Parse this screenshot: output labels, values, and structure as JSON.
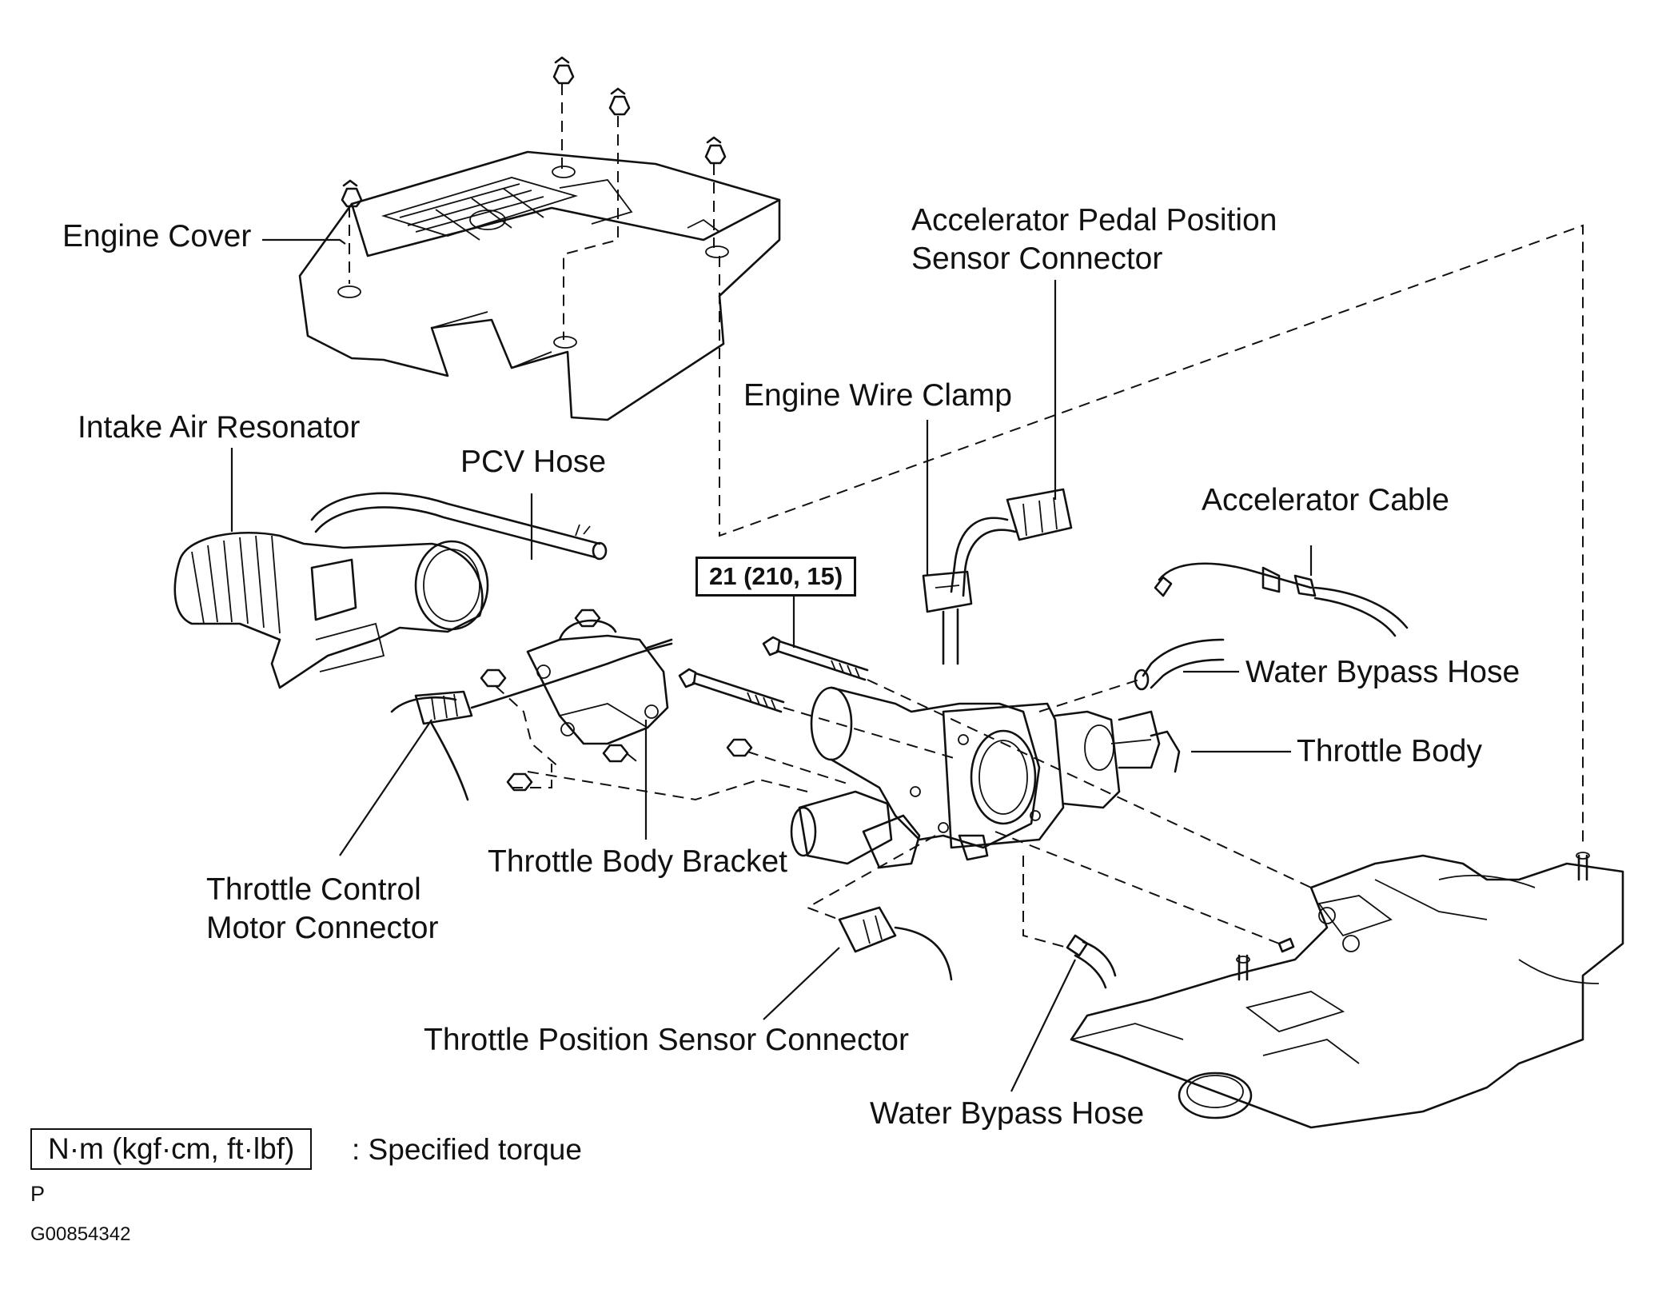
{
  "labels": {
    "engine_cover": "Engine Cover",
    "app_sensor_line1": "Accelerator Pedal Position",
    "app_sensor_line2": "Sensor Connector",
    "engine_wire_clamp": "Engine Wire Clamp",
    "intake_air_resonator": "Intake Air Resonator",
    "pcv_hose": "PCV Hose",
    "accelerator_cable": "Accelerator Cable",
    "water_bypass_hose_upper": "Water Bypass Hose",
    "throttle_body": "Throttle Body",
    "throttle_body_bracket": "Throttle Body Bracket",
    "throttle_control_line1": "Throttle Control",
    "throttle_control_line2": "Motor Connector",
    "tps_connector": "Throttle Position Sensor Connector",
    "water_bypass_hose_lower": "Water Bypass Hose"
  },
  "torque": {
    "spec": "21 (210, 15)"
  },
  "legend": {
    "units": "N·m (kgf·cm, ft·lbf)",
    "description": ": Specified torque"
  },
  "footer": {
    "code_letter": "P",
    "figure_id": "G00854342"
  }
}
